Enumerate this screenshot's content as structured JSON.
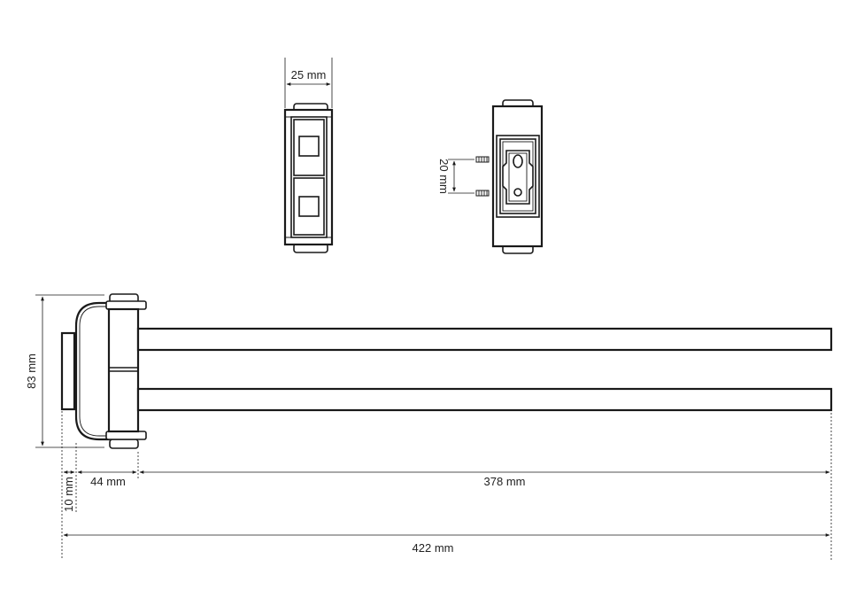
{
  "dimensions": {
    "mount_width": "25 mm",
    "screw_spacing": "20 mm",
    "height": "83 mm",
    "wall_offset": "10 mm",
    "hinge_depth": "44 mm",
    "arm_length": "378 mm",
    "total_length": "422 mm"
  },
  "colors": {
    "line": "#1a1a1a",
    "background": "#ffffff",
    "text": "#222222"
  }
}
